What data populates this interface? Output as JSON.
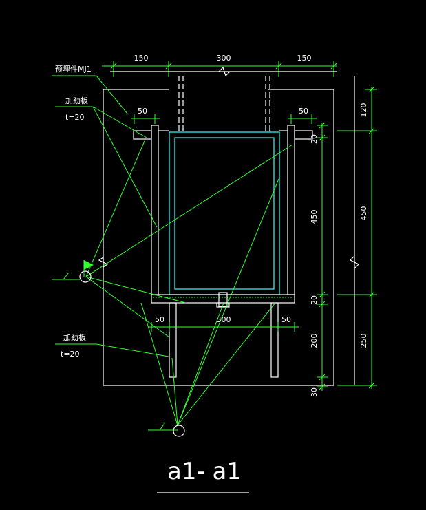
{
  "labels": {
    "embed_part": "预埋件MJ1",
    "stiffener_top": "加劲板",
    "stiffener_top_t": "t=20",
    "stiffener_bottom": "加劲板",
    "stiffener_bottom_t": "t=20",
    "section_title": "a1- a1"
  },
  "dims": {
    "top_left": "150",
    "top_mid": "300",
    "top_right": "150",
    "upper_left_50": "50",
    "upper_right_50": "50",
    "base_left_50": "50",
    "base_mid_300": "300",
    "base_right_50": "50",
    "right_120": "120",
    "right_450": "450",
    "right_250": "250",
    "inner_20_top": "20",
    "inner_450": "450",
    "inner_20_bot": "20",
    "inner_200": "200",
    "inner_30": "30"
  },
  "colors": {
    "background": "#000000",
    "outline": "#ffffff",
    "dimension": "#33ff33",
    "steel": "#33ffff"
  }
}
